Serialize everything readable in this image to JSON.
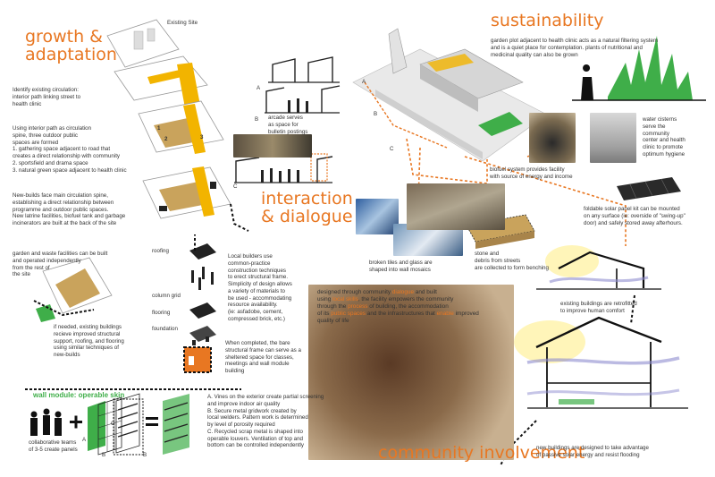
{
  "titles": {
    "growth": "growth &\nadaptation",
    "sustainability": "sustainability",
    "interaction": "interaction\n& dialogue",
    "community": "community involvement"
  },
  "growth": {
    "existing_site": "Existing Site",
    "t1": "Identify existing circulation:\ninterior path linking street to\nhealth clinic",
    "t2": "Using interior path as circulation\nspine, three outdoor public\nspaces are formed\n1. gathering space adjacent to road that\ncreates a direct relationship with community\n2. sportsfield and drama space\n3. natural green space adjacent to health clinic",
    "t3": "New-builds face main circulation spine,\nestablishing a direct relationship between\nprogramme and outdoor public spaces.\nNew latrine facilities, biofuel tank and garbage\nincinerators are built at the back of the site",
    "t4": "garden and waste facilities can be built\nand operated independently\nfrom the rest of\nthe site",
    "t5": "if needed, existing buildings\nrecieve improved structural\nsupport, roofing, and flooring\nusing similar techniques of\nnew-builds",
    "num1": "1",
    "num2": "2",
    "num3": "3"
  },
  "interaction": {
    "sec_a": "A",
    "sec_b": "B",
    "sec_c": "C",
    "arcade": "arcade serves\nas space for\nbulletin postings"
  },
  "sustainability": {
    "garden": "garden plot adjacent to health clinic acts as a natural filtering system\nand is a quiet place for contemplation. plants of nutritional and\nmedicinal quality can also be grown",
    "water": "water cisterns\nserve the\ncommunity\ncenter and health\nclinic to promote\noptimum hygiene",
    "biofuel": "biofuel system provides facility\nwith source of energy and income",
    "solar": "foldable solar panel kit can be mounted\non any surface (ie: overside of \"swing-up\"\ndoor) and safely stored away afterhours.",
    "tiles": "broken tiles and glass are\nshaped into wall mosaics",
    "stone": "stone and\ndebris from streets\nare collected to form benching",
    "retrofit": "existing buildings are retrofitted\nto improve human comfort",
    "newbuild": "new buildings are designed to take advantage\nof passive solar energy and resist flooding",
    "lbl_a": "A",
    "lbl_b": "B",
    "lbl_c": "C"
  },
  "structure": {
    "roofing": "roofing",
    "column_grid": "column grid",
    "flooring": "flooring",
    "foundation": "foundation",
    "local_builders": "Local builders use\ncommon-practice\nconstruction techniques\nto erect structural frame.\nSimplicity of design allows\na variety of materials to\nbe used - accommodating\nresource availability.\n(ie: asfadobe, cement,\ncompressed brick, etc.)",
    "completed": "When completed, the bare\nstructural frame can serve as a\nsheltered space for classes,\nmeetings and wall module\nbuilding"
  },
  "community": {
    "p1": "designed through community ",
    "k1": "dialogue",
    "p2": " and built\nusing ",
    "k2": "local skills",
    "p3": ", the facility empowers the community\nthrough the ",
    "k3": "process",
    "p4": " of building, the accommodation\nof its ",
    "k4": "public spaces",
    "p5": " and the infrastructures that ",
    "k5": "enable",
    "p6": " improved\nquality of life"
  },
  "wall_module": {
    "title": "wall module: operable skin",
    "teams": "collaborative teams\nof 3-5 create panels",
    "desc": "A. Vines on the exterior create partial screening\nand improve indoor air quality\nB. Secure metal gridwork created by\nlocal welders. Pattern work is determined\nby level of porosity required\nC. Recycled scrap metal is shaped into\noperable louvers. Ventilation of top and\nbottom can be controlled independently",
    "a": "A",
    "b": "B",
    "c": "C",
    "b2": "B"
  },
  "colors": {
    "accent": "#e87722",
    "yellow": "#f2b400",
    "green": "#3fae49",
    "grey": "#9a9a9a"
  }
}
